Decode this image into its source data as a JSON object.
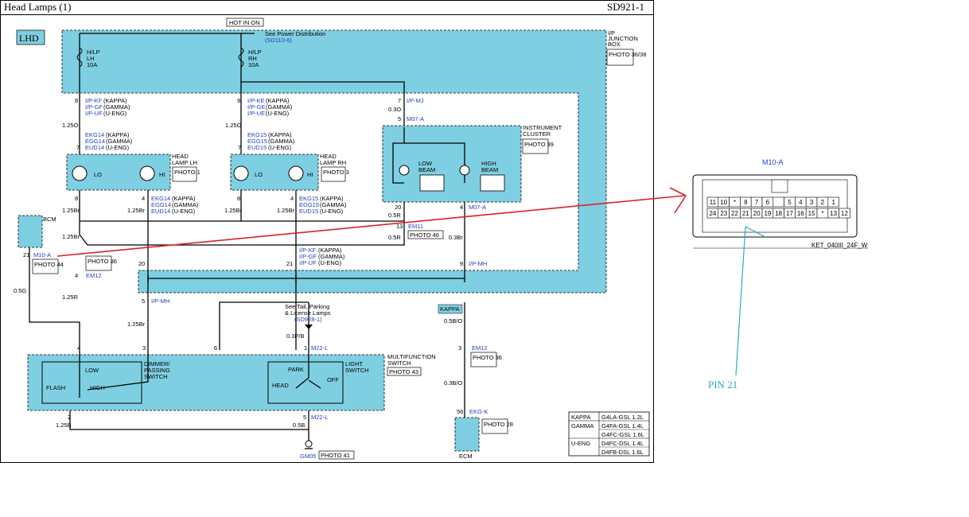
{
  "header": {
    "title": "Head Lamps (1)",
    "code": "SD921-1"
  },
  "diagram": {
    "lhd": "LHD",
    "hot": "HOT IN ON",
    "power_note": "See Power Distribution",
    "power_ref": "(SD110-6)",
    "fuse_lh": [
      "H/LP",
      "LH",
      "10A"
    ],
    "fuse_rh": [
      "H/LP",
      "RH",
      "10A"
    ],
    "jbox": [
      "I/P",
      "JUNCTION",
      "BOX"
    ],
    "photo_jbox": "PHOTO 36/38",
    "pin8": "8",
    "pin9": "9",
    "pin7": "7",
    "ipkf": "I/P-KF",
    "ipgf": "I/P-GF",
    "ipuf": "I/P-UF",
    "ipke": "I/P-KE",
    "ipge": "I/P-GE",
    "ipue": "I/P-UE",
    "ipmj": "I/P-MJ",
    "kappa": "(KAPPA)",
    "gamma": "(GAMMA)",
    "ueng": "(U-ENG)",
    "w125o": "1.25O",
    "w03o": "0.3O",
    "w125br": "1.25Br",
    "w05r": "0.5R",
    "w03br": "0.3Br",
    "w05g": "0.5G",
    "w125r": "1.25R",
    "w05bo": "0.5B/O",
    "w03bo": "0.3B/O",
    "w03pb": "0.3P/B",
    "w125b": "1.25B",
    "w05b": "0.5B",
    "ekg14": "EKG14",
    "egg14": "EGG14",
    "eud14": "EUD14",
    "ekg15": "EKG15",
    "egg15": "EGG15",
    "eud15": "EUD15",
    "m07a": "M07-A",
    "cluster": [
      "INSTRUMENT",
      "CLUSTER"
    ],
    "photo39": "PHOTO 39",
    "head_lh": [
      "HEAD",
      "LAMP LH"
    ],
    "head_rh": [
      "HEAD",
      "LAMP RH"
    ],
    "photo1": "PHOTO 1",
    "photo3": "PHOTO 3",
    "lo": "LO",
    "hi": "HI",
    "low_beam": [
      "LOW",
      "BEAM"
    ],
    "high_beam": [
      "HIGH",
      "BEAM"
    ],
    "em11": "EM11",
    "photo46": "PHOTO 46",
    "bcm": "BCM",
    "m10a": "M10-A",
    "photo44": "PHOTO 44",
    "photo36": "PHOTO 36",
    "em12": "EM12",
    "ipmh": "I/P-MH",
    "tail_note": [
      "See Tail, Parking",
      "& License Lamps"
    ],
    "tail_ref": "(SD928-1)",
    "kappa_tag": "KAPPA",
    "m22l": "M22-L",
    "dimmer": [
      "DIMMER/",
      "PASSING",
      "SWITCH"
    ],
    "flash": "FLASH",
    "low": "LOW",
    "high": "HIGH",
    "park": "PARK",
    "head": "HEAD",
    "off": "OFF",
    "light_sw": [
      "LIGHT",
      "SWITCH"
    ],
    "multi": [
      "MULTIFUNCTION",
      "SWITCH"
    ],
    "photo43": "PHOTO 43",
    "ekgk": "EKG-K",
    "photo28": "PHOTO 28",
    "ecm": "ECM",
    "gm05": "GM05",
    "photo41": "PHOTO 41",
    "pins": {
      "p1": "1",
      "p2": "2",
      "p3": "3",
      "p4": "4",
      "p5": "5",
      "p6": "6",
      "p8": "8",
      "p13": "13",
      "p20": "20",
      "p21": "21",
      "p56": "56"
    }
  },
  "engine_table": [
    {
      "name": "KAPPA",
      "engines": [
        "G4LA-GSL 1.2L"
      ]
    },
    {
      "name": "GAMMA",
      "engines": [
        "G4FA-GSL 1.4L",
        "G4FC-GSL 1.6L"
      ]
    },
    {
      "name": "U-ENG",
      "engines": [
        "D4FC-DSL 1.4L",
        "D4FB-DSL 1.6L"
      ]
    }
  ],
  "connector": {
    "name": "M10-A",
    "row1": [
      "11",
      "10",
      "*",
      "8",
      "7",
      "6",
      "",
      "5",
      "4",
      "3",
      "2",
      "1"
    ],
    "row2": [
      "24",
      "23",
      "22",
      "21",
      "20",
      "19",
      "18",
      "17",
      "16",
      "15",
      "*",
      "13",
      "12"
    ],
    "part": "KET_040III_24F_W"
  },
  "annotation": {
    "pin_label": "PIN 21"
  },
  "colors": {
    "box_fill": "#7fcfe2",
    "wire_blue": "#1f3fbf",
    "arrow_red": "#d9232b",
    "pin_label": "#29a9c9"
  }
}
